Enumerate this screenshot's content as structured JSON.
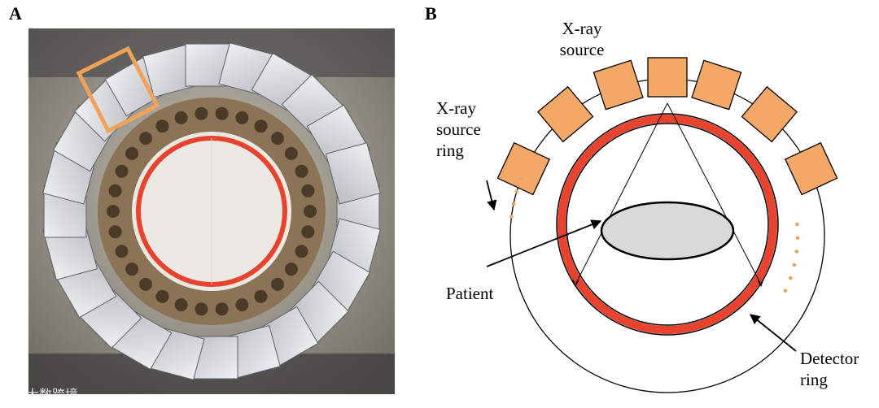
{
  "panels": {
    "a_label": "A",
    "b_label": "B"
  },
  "diagram": {
    "xray_source_label": [
      "X-ray",
      "source"
    ],
    "source_ring_label": [
      "X-ray",
      "source",
      "ring"
    ],
    "patient_label": "Patient",
    "detector_label": [
      "Detector",
      "ring"
    ]
  },
  "watermark": {
    "text": "大数跨境"
  },
  "colors": {
    "source_box": "#F3A867",
    "detector_ring": "#E8432E",
    "patient": "#D9D9D9",
    "highlight_box": "#F0A25A",
    "dots": "#E8A35E"
  }
}
